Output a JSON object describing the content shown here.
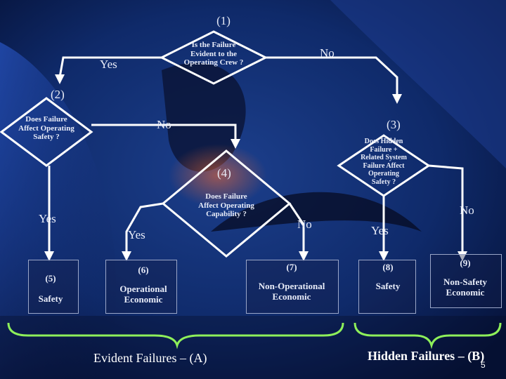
{
  "nodes": {
    "n1": {
      "number": "(1)",
      "question": [
        "Is the Failure",
        "Evident to the",
        "Operating Crew ?"
      ]
    },
    "n2": {
      "number": "(2)",
      "question": [
        "Does Failure",
        "Affect Operating",
        "Safety ?"
      ]
    },
    "n3": {
      "number": "(3)",
      "question": [
        "Does Hidden",
        "Failure +",
        "Related System",
        "Failure Affect",
        "Operating",
        "Safety ?"
      ]
    },
    "n4": {
      "number": "(4)",
      "question": [
        "Does Failure",
        "Affect Operating",
        "Capability ?"
      ]
    }
  },
  "edges": {
    "n1_yes": "Yes",
    "n1_no": "No",
    "n2_no": "No",
    "n2_yes": "Yes",
    "n4_yes": "Yes",
    "n4_no": "No",
    "n3_yes": "Yes",
    "n3_no": "No"
  },
  "outcomes": [
    {
      "number": "(5)",
      "label": [
        "Safety"
      ]
    },
    {
      "number": "(6)",
      "label": [
        "Operational",
        "Economic"
      ]
    },
    {
      "number": "(7)",
      "label": [
        "Non-Operational",
        "Economic"
      ]
    },
    {
      "number": "(8)",
      "label": [
        "Safety"
      ]
    },
    {
      "number": "(9)",
      "label": [
        "Non-Safety",
        "Economic"
      ]
    }
  ],
  "groups": {
    "evident": "Evident Failures – (A)",
    "hidden": "Hidden Failures – (B)"
  },
  "page_number": "5",
  "colors": {
    "line": "#ffffff",
    "brace": "#8ef05a",
    "text": "#e8ecf8"
  }
}
